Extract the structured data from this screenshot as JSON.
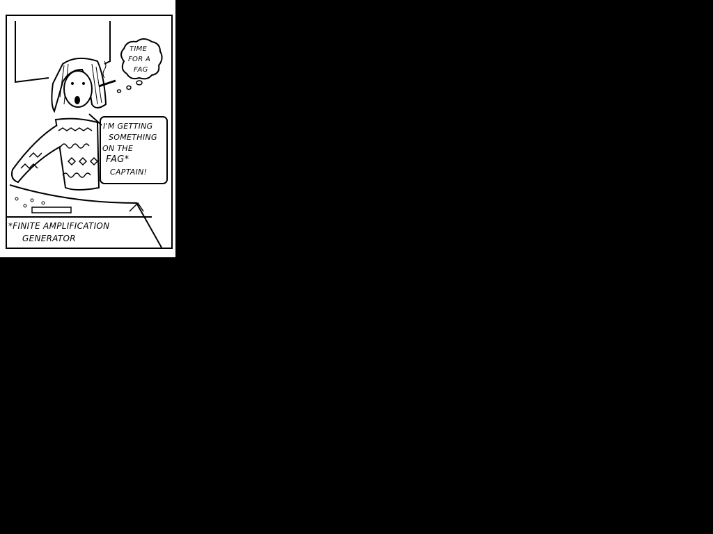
{
  "colors": {
    "background": "#000000",
    "panel": "#ffffff",
    "ink": "#000000"
  },
  "comic": {
    "thought_bubble": [
      "TIME",
      "FOR A",
      "FAG"
    ],
    "speech_bubble": [
      "I'M GETTING",
      "SOMETHING",
      "ON THE",
      "FAG*",
      "CAPTAIN!"
    ],
    "footnote": [
      "*FINITE AMPLIFICATION",
      "GENERATOR"
    ]
  }
}
